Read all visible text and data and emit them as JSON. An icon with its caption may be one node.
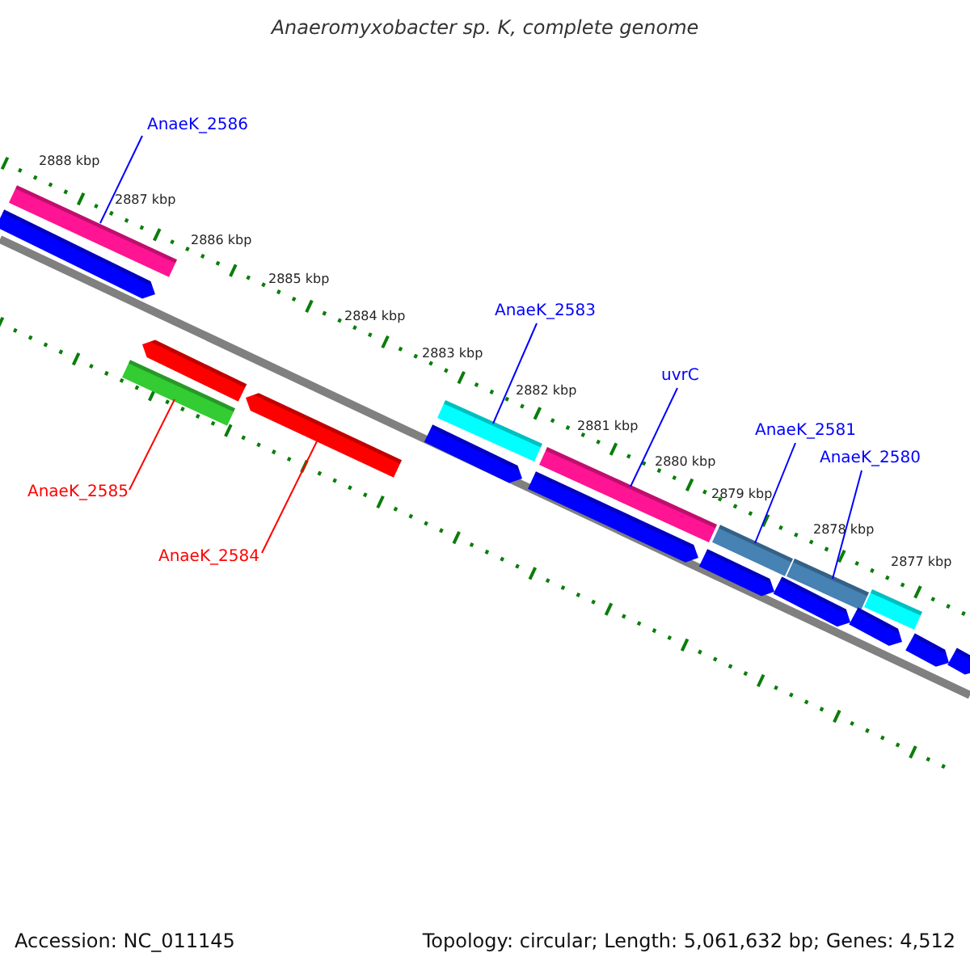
{
  "diagram": {
    "title": "Anaeromyxobacter sp. K, complete genome",
    "nodes": [
      {
        "text": [
          "AnaeK_2586"
        ]
      },
      {
        "text": [],
        "shape": "bar"
      },
      {
        "text": [
          "AnaeK_2583"
        ]
      },
      {
        "text": [],
        "shape": "bar"
      },
      {
        "text": [
          "uvrC"
        ]
      },
      {
        "text": [],
        "shape": "bar"
      },
      {
        "text": [
          "AnaeK_2581"
        ]
      },
      {
        "text": [],
        "shape": "bar"
      },
      {
        "text": [
          "AnaeK_2580"
        ]
      },
      {
        "text": [],
        "shape": "bar"
      },
      {
        "text": [
          "AnaeK_2585"
        ]
      },
      {
        "text": [],
        "shape": "bar"
      },
      {
        "text": [
          "AnaeK_2584"
        ]
      },
      {
        "text": [],
        "shape": "arrow"
      },
      {
        "text": [],
        "shape": "arrow"
      },
      {
        "text": [],
        "shape": "arrow"
      },
      {
        "text": [],
        "shape": "arrow"
      },
      {
        "text": [],
        "shape": "arrow"
      },
      {
        "text": [],
        "shape": "arrow"
      },
      {
        "text": [],
        "shape": "arrow"
      },
      {
        "text": [],
        "shape": "bar"
      },
      {
        "text": [],
        "shape": "arrow"
      },
      {
        "text": [],
        "shape": "arrow"
      },
      {
        "text": [],
        "shape": "arrow"
      }
    ],
    "edges": [
      {
        "from": 0,
        "to": 1,
        "arrow": "none"
      },
      {
        "from": 2,
        "to": 3,
        "arrow": "none"
      },
      {
        "from": 4,
        "to": 5,
        "arrow": "none"
      },
      {
        "from": 6,
        "to": 7,
        "arrow": "none"
      },
      {
        "from": 8,
        "to": 9,
        "arrow": "none"
      },
      {
        "from": 10,
        "to": 11,
        "arrow": "none",
        "color": "#ff0000"
      },
      {
        "from": 12,
        "to": 13,
        "arrow": "none",
        "color": "#ff0000"
      }
    ],
    "labels": [
      "2888 kbp",
      "2887 kbp",
      "2886 kbp",
      "2885 kbp",
      "2884 kbp",
      "2883 kbp",
      "2882 kbp",
      "2881 kbp",
      "2880 kbp",
      "2879 kbp",
      "2878 kbp",
      "2877 kbp",
      "Accession: NC_011145",
      "Topology: circular; Length: 5,061,632 bp; Genes: 4,512"
    ]
  }
}
